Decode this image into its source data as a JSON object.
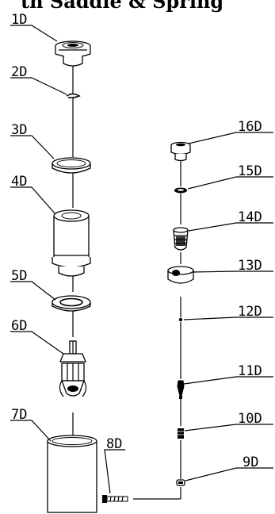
{
  "title": "th Saddle & Spring",
  "labels": {
    "p1D": "1D",
    "p2D": "2D",
    "p3D": "3D",
    "p4D": "4D",
    "p5D": "5D",
    "p6D": "6D",
    "p7D": "7D",
    "p8D": "8D",
    "p9D": "9D",
    "p10D": "10D",
    "p11D": "11D",
    "p12D": "12D",
    "p13D": "13D",
    "p14D": "14D",
    "p15D": "15D",
    "p16D": "16D"
  }
}
